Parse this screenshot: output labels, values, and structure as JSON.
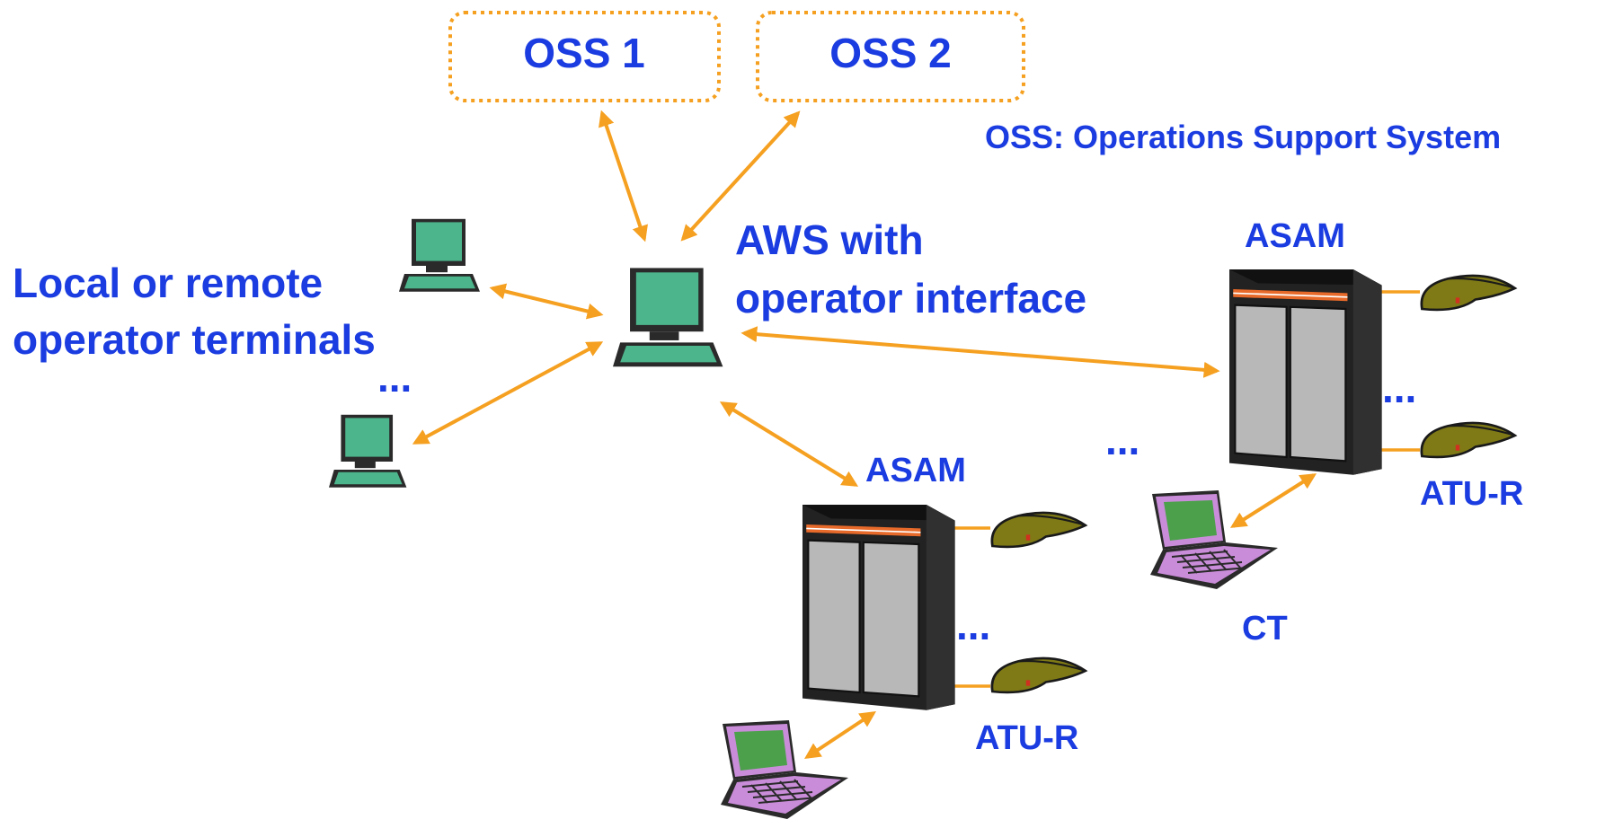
{
  "colors": {
    "text": "#1a3ce0",
    "arrow": "#f5a020",
    "oss_border": "#f5a020",
    "terminal_screen": "#4cb58c",
    "craft_body": "#c98cd8",
    "craft_screen": "#4ca04c",
    "modem": "#7f7a16",
    "rack_body": "#222222",
    "rack_door": "#b8b8b8",
    "rack_stripe": "#e86a2a"
  },
  "oss_boxes": [
    "OSS 1",
    "OSS 2"
  ],
  "oss_legend": "OSS: Operations Support System",
  "aws_label": {
    "line1": "AWS with",
    "line2": "operator interface"
  },
  "terminals_label": {
    "line1": "Local or remote",
    "line2": "operator terminals"
  },
  "ellipsis": "...",
  "asam_label": "ASAM",
  "atur_label": "ATU-R",
  "ct_label": "CT",
  "icons": [
    "desktop-terminal-icon",
    "laptop-icon",
    "dslam-rack-icon",
    "modem-icon"
  ]
}
